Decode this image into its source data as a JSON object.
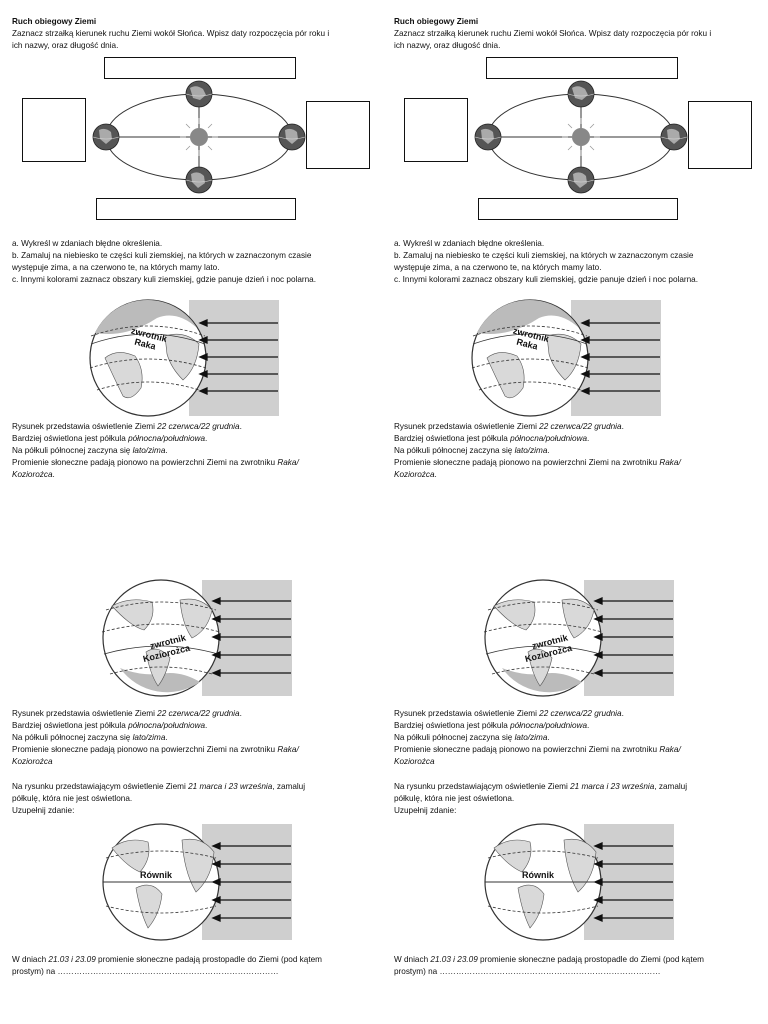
{
  "worksheet": {
    "title": "Ruch obiegowy Ziemi",
    "instruction_line1": "Zaznacz strzałką kierunek ruchu Ziemi wokół Słońca. Wpisz daty rozpoczęcia pór roku i",
    "instruction_line2": "ich nazwy, oraz długość dnia.",
    "task_a": "a. Wykreśl w zdaniach błędne określenia.",
    "task_b_line1": "b. Zamaluj na niebiesko te części kuli ziemskiej, na których w zaznaczonym czasie",
    "task_b_line2": "występuje zima, a na czerwono te, na których mamy lato.",
    "task_c": "c. Innymi kolorami zaznacz obszary kuli ziemskiej, gdzie panuje dzień i noc polarna.",
    "label_tropic_cancer_1": "zwrotnik",
    "label_tropic_cancer_2": "Raka",
    "label_tropic_capricorn_1": "zwrotnik",
    "label_tropic_capricorn_2": "Koziorożca",
    "label_equator": "Równik",
    "fig1": {
      "l1_a": "Rysunek przedstawia oświetlenie Ziemi  ",
      "l1_b": "22 czerwca/22 grudnia",
      "l1_c": ".",
      "l2_a": "Bardziej oświetlona jest półkula ",
      "l2_b": "północna/południowa",
      "l2_c": ".",
      "l3_a": "Na półkuli północnej zaczyna się ",
      "l3_b": "lato/zima",
      "l3_c": ".",
      "l4_a": "Promienie słoneczne padają pionowo na powierzchni Ziemi na zwrotniku ",
      "l4_b": "Raka/",
      "l5_b": "Koziorożca",
      "l5_c": "."
    },
    "fig2": {
      "l1_a": "Rysunek przedstawia oświetlenie Ziemi  ",
      "l1_b": "22 czerwca/22 grudnia",
      "l1_c": ".",
      "l2_a": "Bardziej oświetlona jest półkula ",
      "l2_b": "północna/południowa",
      "l2_c": ".",
      "l3_a": "Na półkuli północnej zaczyna się ",
      "l3_b": "lato/zima",
      "l3_c": ".",
      "l4_a": "Promienie słoneczne padają pionowo na powierzchni Ziemi na zwrotniku ",
      "l4_b": "Raka/",
      "l5_b": "Koziorożca"
    },
    "fig3": {
      "l1_a": "Na rysunku przedstawiającym oświetlenie Ziemi ",
      "l1_b": "21 marca i 23 września",
      "l1_c": ", zamaluj",
      "l2": "półkulę, która nie jest oświetlona.",
      "l3": "Uzupełnij zdanie:"
    },
    "final": {
      "l1_a": "W dniach ",
      "l1_b": "21.03 i 23.09",
      "l1_c": " promienie słoneczne padają prostopadle do Ziemi (pod kątem",
      "l2": "prostym) na ………………………………………………………………………"
    }
  }
}
